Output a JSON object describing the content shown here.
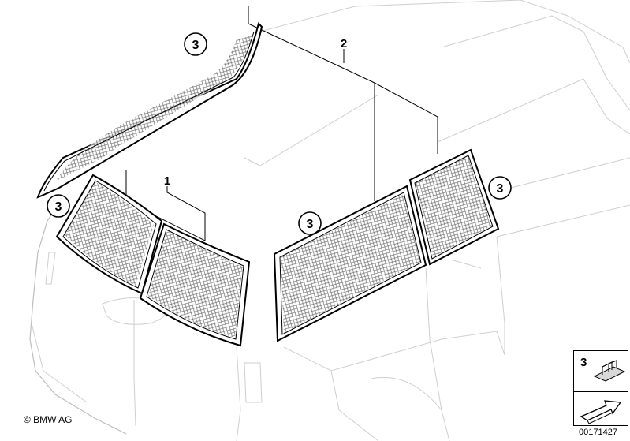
{
  "callouts": {
    "part_1": "1",
    "part_2": "2",
    "part_3": "3"
  },
  "copyright": "© BMW AG",
  "diagram_number": "00171427",
  "legend": {
    "number": "3",
    "icon": "clip-icon",
    "arrow_icon": "arrow-icon"
  }
}
